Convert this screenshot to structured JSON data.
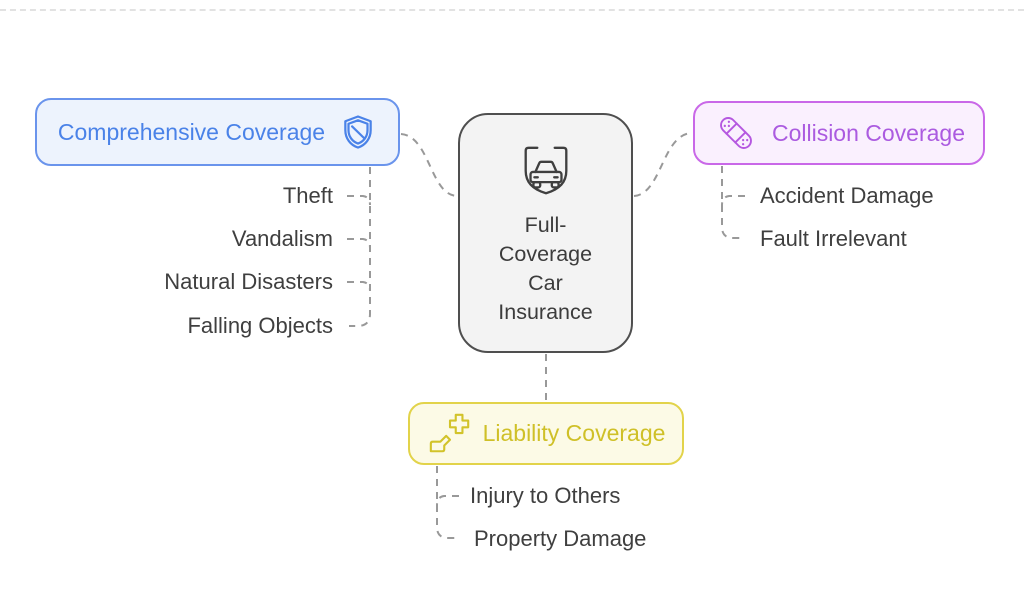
{
  "center_node": {
    "icon": "car-in-shield-icon",
    "title_lines": [
      "Full-",
      "Coverage",
      "Car",
      "Insurance"
    ],
    "colors": {
      "border": "#4f4f4f",
      "background": "#f3f3f3",
      "text": "#3c3c3c"
    }
  },
  "branches": {
    "comprehensive": {
      "label": "Comprehensive Coverage",
      "icon": "shield-icon",
      "colors": {
        "accent": "#4a82e8",
        "border": "#6a94ec",
        "background": "#edf3fd"
      },
      "items": [
        "Theft",
        "Vandalism",
        "Natural Disasters",
        "Falling Objects"
      ]
    },
    "collision": {
      "label": "Collision Coverage",
      "icon": "bandage-icon",
      "colors": {
        "accent": "#ab5be0",
        "border": "#c968e8",
        "background": "#faf0fe"
      },
      "items": [
        "Accident Damage",
        "Fault Irrelevant"
      ]
    },
    "liability": {
      "label": "Liability Coverage",
      "icon": "helping-hand-cross-icon",
      "colors": {
        "accent": "#cfc028",
        "border": "#e2d34a",
        "background": "#fcfae6"
      },
      "items": [
        "Injury to Others",
        "Property Damage"
      ]
    }
  },
  "connectors": {
    "color": "#999999",
    "style": "dashed"
  },
  "sub_item_text_color": "#3f3f3f"
}
